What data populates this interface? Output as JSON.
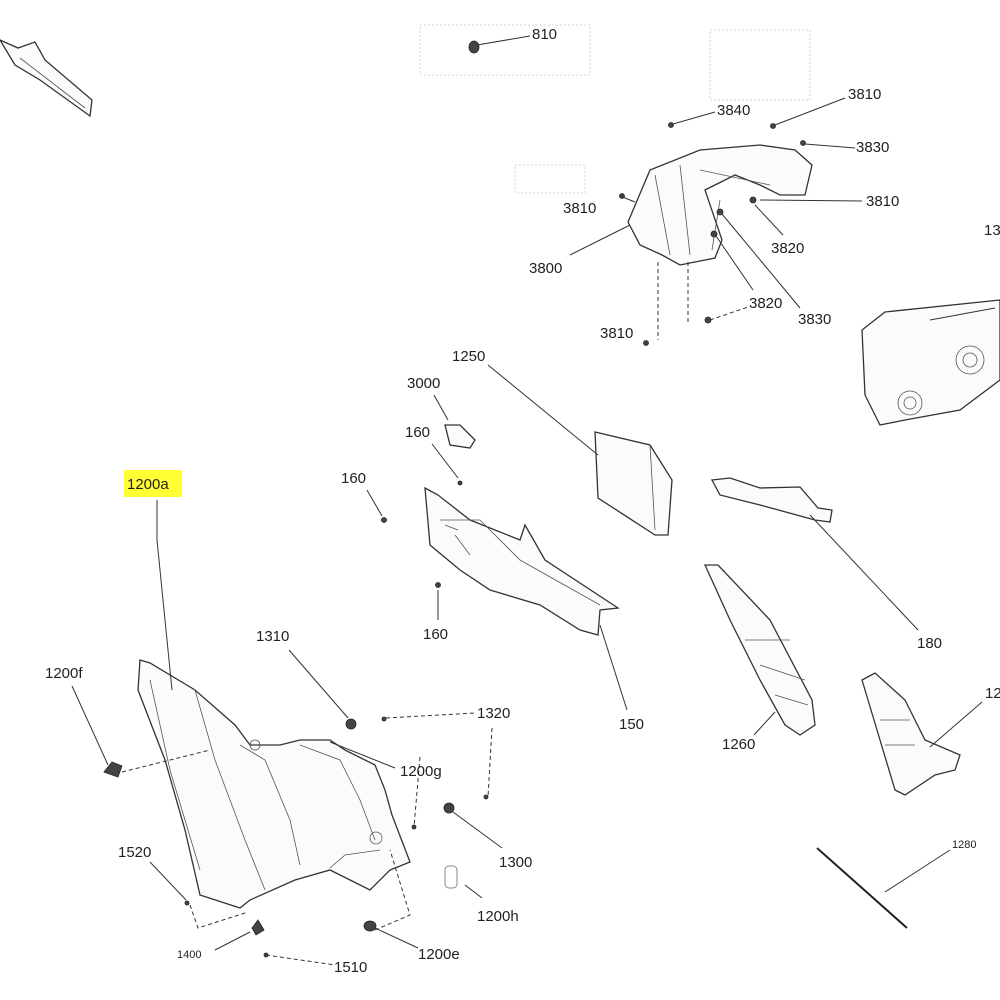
{
  "diagram": {
    "highlighted_label": "1200a",
    "highlight_color": "#ffff33",
    "labels": {
      "p810": "810",
      "p3840": "3840",
      "p3810_top": "3810",
      "p3830_top": "3830",
      "p3810_left": "3810",
      "p3810_right": "3810",
      "p3800": "3800",
      "p3820_a": "3820",
      "p3820_b": "3820",
      "p3830_b": "3830",
      "p3810_bottom": "3810",
      "p13_cut": "13",
      "p1250": "1250",
      "p3000": "3000",
      "p160_a": "160",
      "p160_b": "160",
      "p160_c": "160",
      "p1200a": "1200a",
      "p180": "180",
      "p150": "150",
      "p1310": "1310",
      "p1320": "1320",
      "p1200f": "1200f",
      "p1200g": "1200g",
      "p1260": "1260",
      "p12_cut": "12",
      "p1300": "1300",
      "p1520": "1520",
      "p1280": "1280",
      "p1200h": "1200h",
      "p1400": "1400",
      "p1510": "1510",
      "p1200e": "1200e"
    }
  }
}
